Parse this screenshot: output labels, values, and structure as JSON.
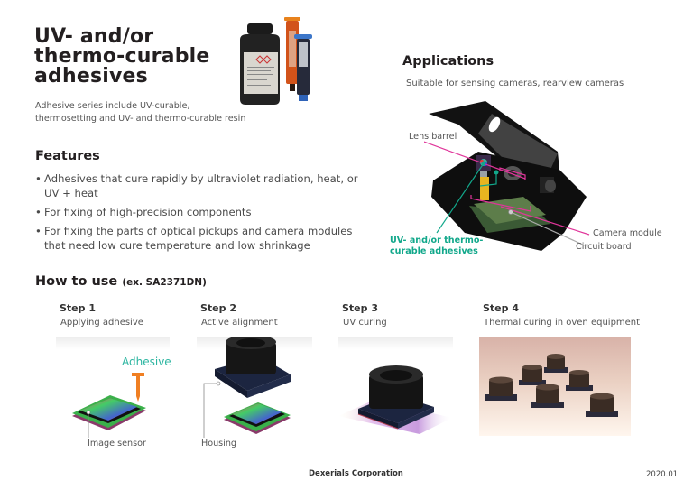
{
  "header": {
    "title_lines": [
      "UV- and/or",
      "thermo-curable",
      "adhesives"
    ],
    "subtitle_lines": [
      "Adhesive series include UV-curable,",
      "thermosetting and UV- and thermo-curable resin"
    ]
  },
  "features": {
    "heading": "Features",
    "items": [
      "Adhesives that cure rapidly by ultraviolet radiation, heat, or UV + heat",
      "For fixing of high-precision components",
      "For fixing the parts of optical pickups and camera modules that need low cure temperature and low shrinkage"
    ]
  },
  "applications": {
    "heading": "Applications",
    "subtitle": "Suitable for sensing cameras, rearview cameras",
    "labels": {
      "lens_barrel": "Lens barrel",
      "camera_module": "Camera module",
      "circuit_board": "Circuit board",
      "adhesive_line1": "UV- and/or thermo-",
      "adhesive_line2": "curable adhesives"
    },
    "colors": {
      "callout_magenta": "#e0359a",
      "callout_teal": "#12a88b"
    }
  },
  "how_to_use": {
    "heading": "How to use",
    "example": "(ex. SA2371DN)",
    "steps": [
      {
        "title": "Step 1",
        "desc": "Applying adhesive",
        "labels": {
          "adhesive": "Adhesive",
          "image_sensor": "Image sensor"
        }
      },
      {
        "title": "Step 2",
        "desc": "Active alignment",
        "labels": {
          "housing": "Housing"
        }
      },
      {
        "title": "Step 3",
        "desc": "UV curing"
      },
      {
        "title": "Step 4",
        "desc": "Thermal curing in oven equipment"
      }
    ]
  },
  "footer": {
    "company": "Dexerials Corporation",
    "date": "2020.01"
  }
}
